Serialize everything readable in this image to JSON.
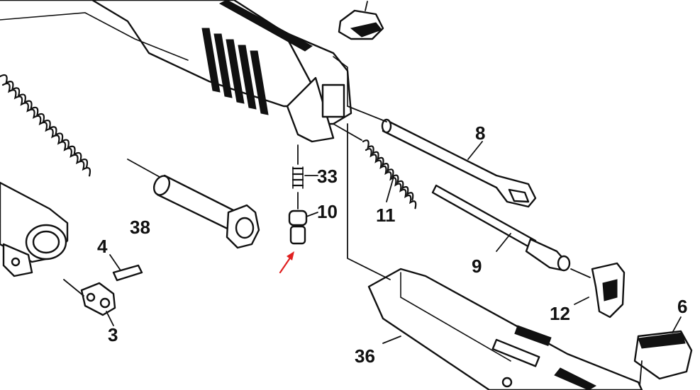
{
  "diagram": {
    "callouts": [
      {
        "id": "8",
        "label": "8"
      },
      {
        "id": "33",
        "label": "33"
      },
      {
        "id": "10",
        "label": "10"
      },
      {
        "id": "11",
        "label": "11"
      },
      {
        "id": "38",
        "label": "38"
      },
      {
        "id": "4",
        "label": "4"
      },
      {
        "id": "9",
        "label": "9"
      },
      {
        "id": "12",
        "label": "12"
      },
      {
        "id": "6",
        "label": "6"
      },
      {
        "id": "3",
        "label": "3"
      },
      {
        "id": "36",
        "label": "36"
      }
    ],
    "highlight_color": "#e02020"
  }
}
